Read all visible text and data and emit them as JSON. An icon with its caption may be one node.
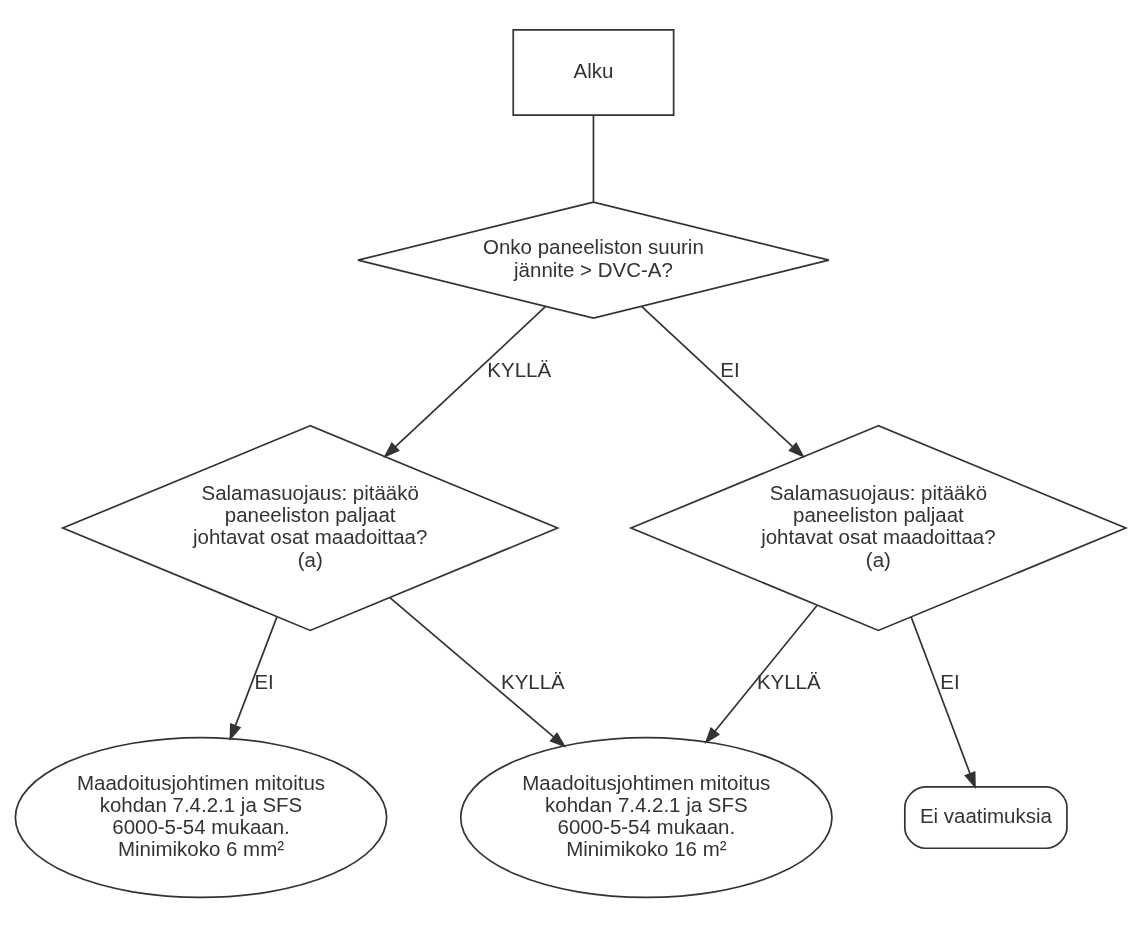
{
  "diagram": {
    "nodes": [
      {
        "text": [
          "Alku"
        ]
      },
      {
        "text": [
          "Onko paneeliston suurin jännite > DVC-A?"
        ]
      },
      {
        "text": [
          "Salamasuojaus: pitääkö paneeliston paljaat johtavat osat maadoittaa? (a)"
        ]
      },
      {
        "text": [
          "Salamasuojaus: pitääkö paneeliston paljaat johtavat osat maadoittaa? (a)"
        ]
      },
      {
        "text": [
          "Maadoitusjohtimen mitoitus kohdan 7.4.2.1 ja SFS 6000-5-54 mukaan. Minimikoko 6 mm²"
        ]
      },
      {
        "text": [
          "Maadoitusjohtimen mitoitus kohdan 7.4.2.1 ja SFS 6000-5-54 mukaan. Minimikoko 16 m²"
        ]
      },
      {
        "text": [
          "Ei vaatimuksia"
        ]
      }
    ],
    "edges": [
      {
        "from": 0,
        "to": 1,
        "arrow": "none"
      },
      {
        "from": 1,
        "to": 2,
        "label": "EI",
        "arrow": "to"
      },
      {
        "from": 1,
        "to": 3,
        "label": "KYLLÄ",
        "arrow": "to"
      },
      {
        "from": 3,
        "to": 4,
        "label": "EI",
        "arrow": "to"
      },
      {
        "from": 3,
        "to": 5,
        "label": "KYLLÄ",
        "arrow": "to"
      },
      {
        "from": 2,
        "to": 5,
        "label": "KYLLÄ",
        "arrow": "to"
      },
      {
        "from": 2,
        "to": 6,
        "label": "EI",
        "arrow": "to"
      }
    ]
  }
}
